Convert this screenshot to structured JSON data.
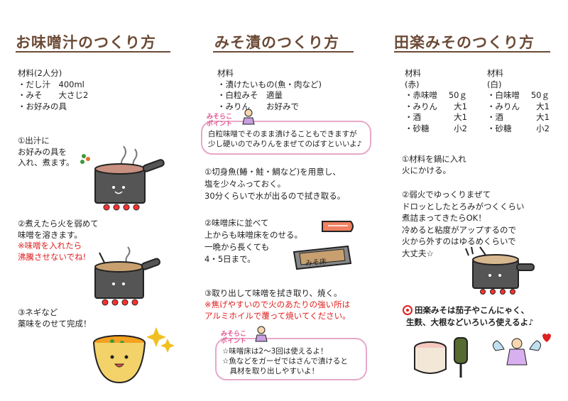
{
  "col1": {
    "title": "お味噌汁のつくり方",
    "ingredients": [
      "材料(2人分)",
      "・だし汁　400ml",
      "・みそ　　大さじ2",
      "・お好みの具"
    ],
    "step1": [
      "①出汁に",
      "お好みの具を",
      "入れ、煮ます。"
    ],
    "step2": [
      "②煮えたら火を弱めて",
      "味噌を溶きます。"
    ],
    "step2_red": [
      "※味噌を入れたら",
      "沸騰させないでね!"
    ],
    "step3": [
      "③ネギなど",
      "薬味をのせて完成！"
    ]
  },
  "col2": {
    "title": "みそ漬のつくり方",
    "ingredients": [
      "材料",
      "・漬けたいもの(魚・肉など)",
      "・白粒みそ　適量",
      "・みりん　　お好みで"
    ],
    "point_tag": [
      "みそらこ",
      "ポイント"
    ],
    "point1": [
      "白粒味噌でそのまま漬けることもできますが",
      "少し硬いのでみりんをまぜてのばすといいよ♪"
    ],
    "step1": [
      "①切身魚(鰆・鮭・鯛など)を用意し、",
      "塩を少々ふっておく。",
      "30分くらいで水が出るので拭き取る。"
    ],
    "step2": [
      "②味噌床に並べて",
      "上からも味噌床をのせる。",
      "一晩から長くても",
      "4・5日まで。"
    ],
    "box_label": "みそ床",
    "step3": [
      "③取り出して味噌を拭き取り、焼く。"
    ],
    "step3_red": [
      "※焦げやすいので火のあたりの強い所は",
      "アルミホイルで覆って焼いてください。"
    ],
    "point2": [
      "☆味噌床は2～3回は使えるよ！",
      "☆魚などをガーゼではさんで漬けると",
      "　具材を取り出しやすいよ！"
    ]
  },
  "col3": {
    "title": "田楽みそのつくり方",
    "red_header": [
      "材料",
      "(赤)"
    ],
    "red_rows": [
      [
        "・赤味噌",
        "50ｇ"
      ],
      [
        "・みりん",
        "大1"
      ],
      [
        "・酒",
        "大1"
      ],
      [
        "・砂糖",
        "小2"
      ]
    ],
    "white_header": [
      "材料",
      "(白)"
    ],
    "white_rows": [
      [
        "・白味噌",
        "50ｇ"
      ],
      [
        "・みりん",
        "大1"
      ],
      [
        "・酒",
        "大1"
      ],
      [
        "・砂糖",
        "小2"
      ]
    ],
    "step1": [
      "①材料を鍋に入れ",
      "火にかける。"
    ],
    "step2": [
      "②弱火でゆっくりまぜて",
      "ドロッとしたとろみがつくくらい",
      "煮詰まってきたらOK！",
      "冷めると粘度がアップするので",
      "火から外すのはゆるめくらいで",
      "大丈夫☆"
    ],
    "note": [
      "田楽みそは茄子やこんにゃく、",
      "生麩、大根などいろいろ使えるよ♪"
    ]
  }
}
